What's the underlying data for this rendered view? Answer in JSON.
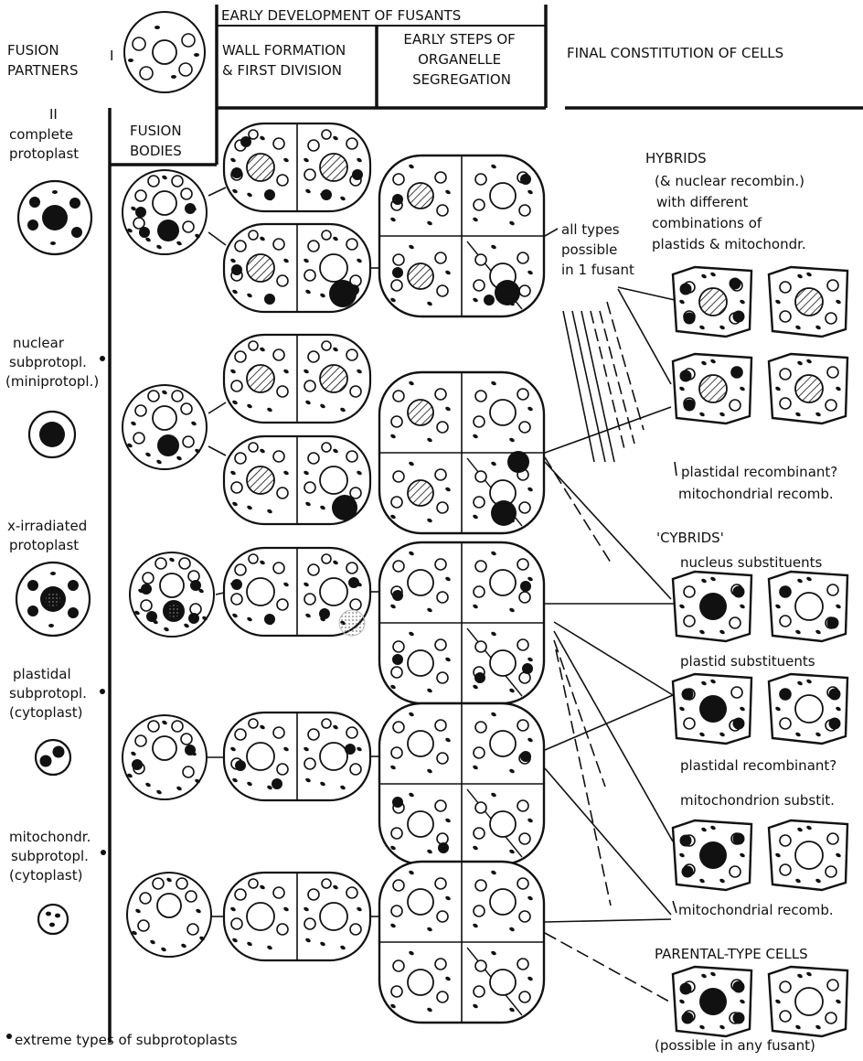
{
  "header": {
    "fusion_partners": "FUSION PARTNERS",
    "partner_I": "I",
    "partner_II": "II",
    "early_development": "EARLY DEVELOPMENT OF FUSANTS",
    "wall_formation": "WALL FORMATION & FIRST DIVISION",
    "early_steps": "EARLY STEPS OF ORGANELLE SEGREGATION",
    "final_constitution": "FINAL CONSTITUTION OF CELLS",
    "fusion_bodies": "FUSION BODIES"
  },
  "partners": [
    {
      "label_lines": [
        "complete",
        "protoplast"
      ]
    },
    {
      "label_lines": [
        "nuclear",
        "subprotopl.",
        "(miniprotopl.)"
      ],
      "marked": true
    },
    {
      "label_lines": [
        "x-irradiated",
        "protoplast"
      ]
    },
    {
      "label_lines": [
        "plastidal",
        "subprotopl.",
        "(cytoplast)"
      ],
      "marked": true
    },
    {
      "label_lines": [
        "mitochondr.",
        "subprotopl.",
        "(cytoplast)"
      ],
      "marked": true
    }
  ],
  "annotation": {
    "all_types": [
      "all types",
      "possible",
      "in 1 fusant"
    ]
  },
  "final": {
    "hybrids": "HYBRIDS",
    "hybrids_sub": [
      "(& nuclear recombin.)",
      "with different",
      "combinations of",
      "plastids & mitochondr."
    ],
    "plastidal_recombinant_1": "plastidal recombinant?",
    "mitochondrial_recomb_1": "mitochondrial recomb.",
    "cybrids": "'CYBRIDS'",
    "nucleus_substituents": "nucleus substituents",
    "plastid_substituents": "plastid substituents",
    "plastidal_recombinant_2": "plastidal recombinant?",
    "mitochondrion_substit": "mitochondrion substit.",
    "mitochondrial_recomb_2": "mitochondrial recomb.",
    "parental_type": "PARENTAL-TYPE CELLS",
    "possible_any": "(possible in any fusant)"
  },
  "footnote": "extreme types of subprotoplasts"
}
